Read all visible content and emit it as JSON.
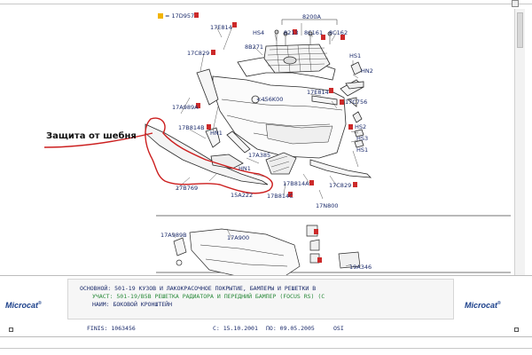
{
  "window": {
    "right_icon": "window-control-icon"
  },
  "diagram": {
    "legend_ref": "= 17D957",
    "callouts": {
      "c_17E814_top": "17E814",
      "c_17C829_left": "17C829",
      "c_17A989A": "17A989A",
      "c_17B814B": "17B814B",
      "c_HN1_upper": "HN1",
      "c_17A385": "17A385",
      "c_HN1_lower": "HN1",
      "c_17B769": "17B769",
      "c_15A222": "15A222",
      "c_17B814C": "17B814C",
      "c_17B814A": "17B814A",
      "c_17N800": "17N800",
      "c_17C829_right": "17C829",
      "c_HS1_lower": "HS1",
      "c_HS3": "HS3",
      "c_HS2": "HS2",
      "c_17C756": "17C756",
      "c_17E814_mid": "17E814",
      "c_456K00": "<456K00",
      "c_8B271": "8B271",
      "c_HS4": "HS4",
      "c_8213": "8213",
      "c_8200A": "8200A",
      "c_8C161": "8C161",
      "c_8C162": "8C162",
      "c_HS1_top": "HS1",
      "c_HN2": "HN2",
      "c_17A989B": "17A989B",
      "c_17A900": "17A900",
      "c_19A346": "19A346"
    },
    "annotation": "Защита от шебня"
  },
  "info_panel": {
    "brand_left": "Microcat",
    "brand_right": "Microcat",
    "line1": "ОСНОВНОЙ: 501-19  КУЗОВ И ЛАКОКРАСОЧНОЕ ПОКРЫТИЕ, БАМПЕРЫ И РЕШЕТКИ      В",
    "line2": "УЧАСТ: 501-19/B5B  РЕШЕТКА РАДИАТОРА И ПЕРЕДНИЙ БАМПЕР (FOCUS RS) (С",
    "line3": "НАИМ: БОКОВОЙ КРОНШТЕЙН",
    "line4_a": "FINIS:   1063456",
    "line4_b": "С: 15.10.2001",
    "line4_c": "ПО: 09.05.2005",
    "line4_d": "OSI"
  },
  "colors": {
    "ink": "#1a2a6a",
    "annotation_red": "#cc1f1f",
    "accent_cyan": "#1a7aa0",
    "brand_blue": "#1a3f8a"
  }
}
